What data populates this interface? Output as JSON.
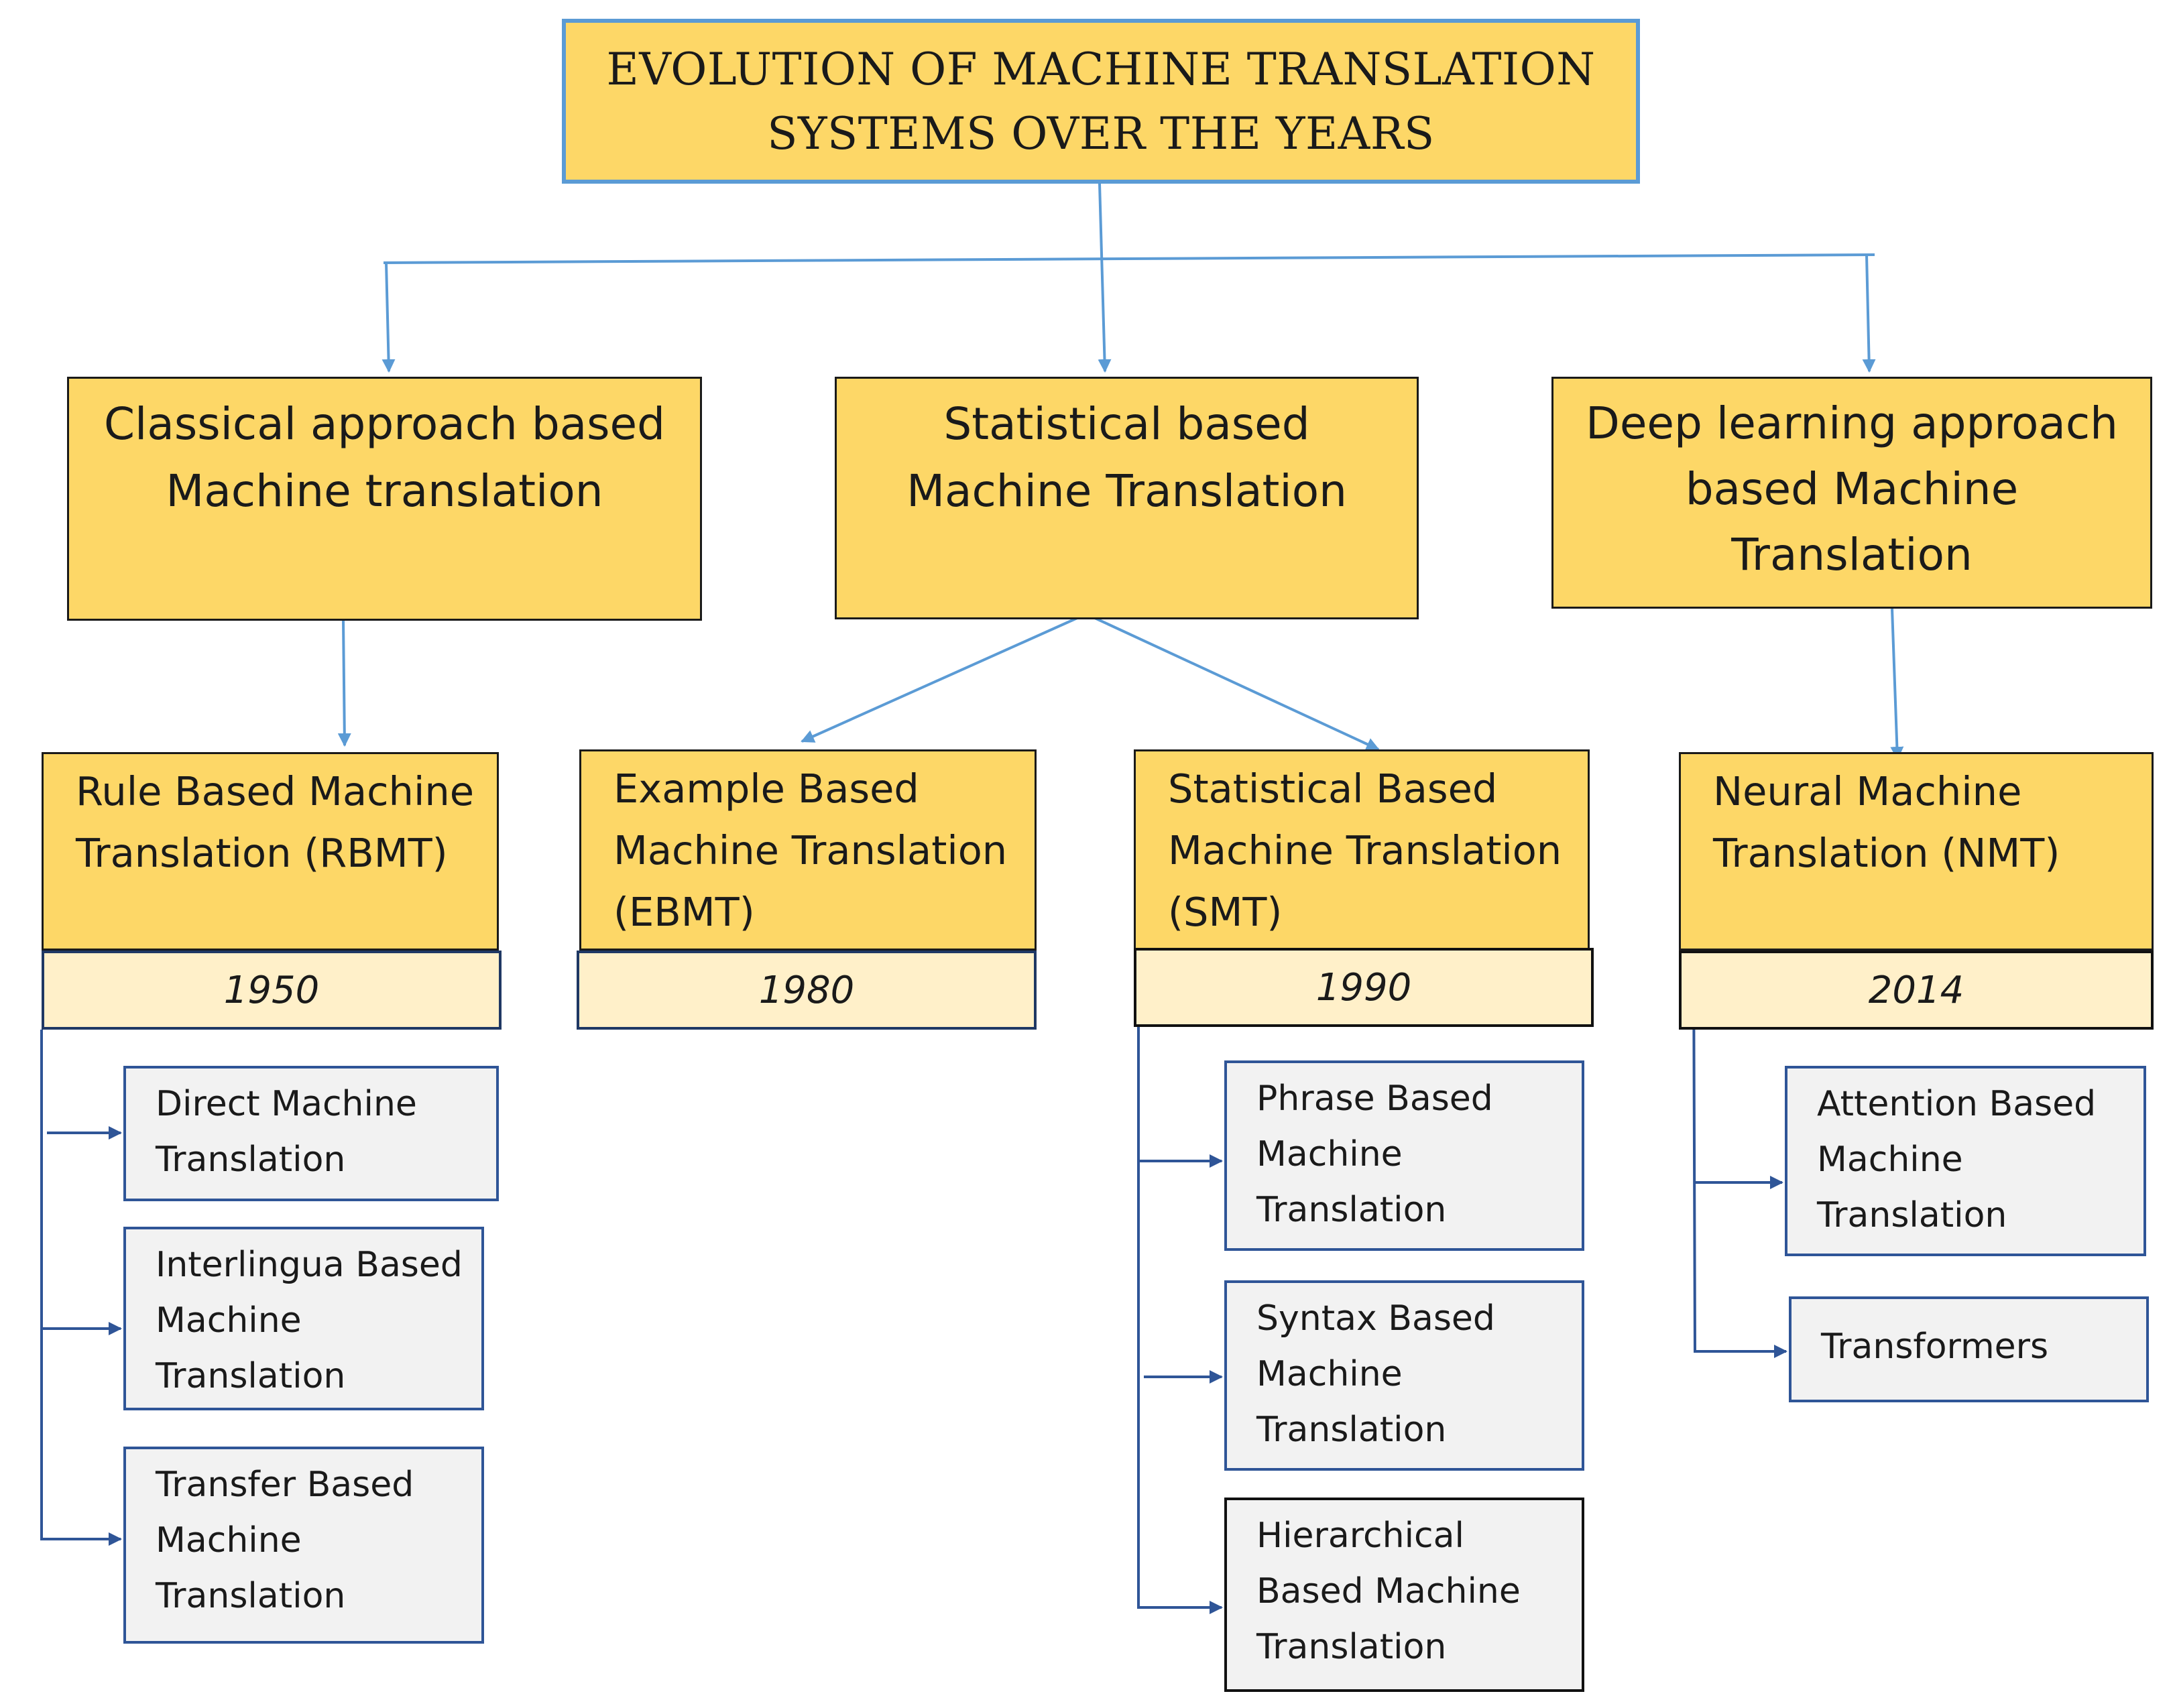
{
  "title": {
    "line1": "EVOLUTION OF MACHINE TRANSLATION",
    "line2": "SYSTEMS OVER THE YEARS"
  },
  "categories": {
    "classical": {
      "line1": "Classical approach based",
      "line2": "Machine translation"
    },
    "statistical": {
      "line1": "Statistical based",
      "line2": "Machine Translation"
    },
    "deep": {
      "line1": "Deep learning approach",
      "line2": "based Machine",
      "line3": "Translation"
    }
  },
  "systems": {
    "rbmt": {
      "line1": "Rule Based Machine",
      "line2": "Translation (RBMT)",
      "year": "1950"
    },
    "ebmt": {
      "line1": "Example Based",
      "line2": "Machine Translation",
      "line3": "(EBMT)",
      "year": "1980"
    },
    "smt": {
      "line1": "Statistical Based",
      "line2": "Machine Translation",
      "line3": "(SMT)",
      "year": "1990"
    },
    "nmt": {
      "line1": "Neural Machine",
      "line2": "Translation (NMT)",
      "year": "2014"
    }
  },
  "subtypes": {
    "direct": {
      "line1": "Direct Machine",
      "line2": "Translation"
    },
    "interlingua": {
      "line1": "Interlingua Based",
      "line2": "Machine",
      "line3": "Translation"
    },
    "transfer": {
      "line1": "Transfer Based",
      "line2": "Machine",
      "line3": "Translation"
    },
    "phrase": {
      "line1": "Phrase Based",
      "line2": "Machine",
      "line3": "Translation"
    },
    "syntax": {
      "line1": "Syntax Based",
      "line2": "Machine",
      "line3": "Translation"
    },
    "hierarchical": {
      "line1": "Hierarchical",
      "line2": "Based Machine",
      "line3": "Translation"
    },
    "attention": {
      "line1": "Attention Based",
      "line2": "Machine",
      "line3": "Translation"
    },
    "transformers": {
      "line1": "Transformers"
    }
  },
  "colors": {
    "box_fill": "#FDD767",
    "year_fill": "#FFF0C9",
    "sub_fill": "#F2F2F2",
    "title_border": "#5B9BD5",
    "light_arrow": "#5B9BD5",
    "dark_arrow": "#2F5597"
  }
}
